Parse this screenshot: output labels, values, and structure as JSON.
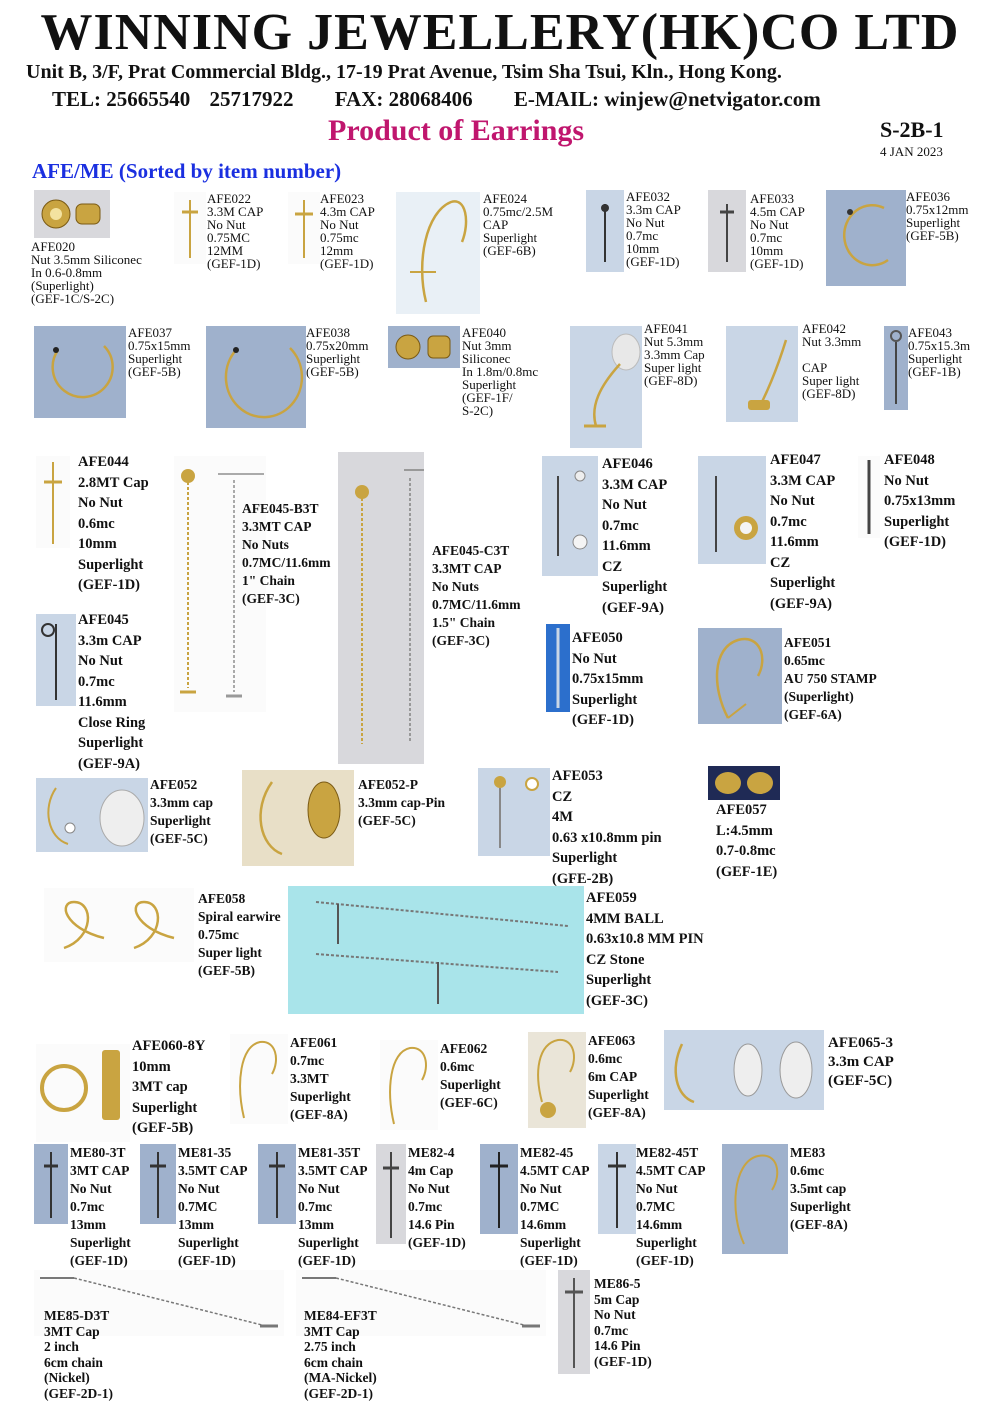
{
  "header": {
    "company": "WINNING  JEWELLERY(HK)CO LTD",
    "address": "Unit B, 3/F, Prat Commercial Bldg., 17-19 Prat Avenue, Tsim Sha Tsui, Kln., Hong Kong.",
    "tel_label": "TEL: 25665540",
    "tel2": "25717922",
    "fax": "FAX: 28068406",
    "email": "E-MAIL: winjew@netvigator.com"
  },
  "catalog": {
    "title": "Product of Earrings",
    "code": "S-2B-1",
    "date": "4 JAN 2023",
    "section": "AFE/ME  (Sorted by item number)"
  },
  "colors": {
    "title_red": "#c0166e",
    "section_blue": "#1a2fe0",
    "gold": "#c9a441",
    "photo_blue": "#9fb1cc"
  },
  "items": [
    {
      "lines": [
        "AFE020",
        "Nut 3.5mm Siliconec",
        "In 0.6-0.8mm",
        "(Superlight)",
        "(GEF-1C/S-2C)"
      ]
    },
    {
      "lines": [
        "AFE022",
        "3.3M CAP",
        "No Nut",
        "0.75MC",
        "12MM",
        "(GEF-1D)"
      ]
    },
    {
      "lines": [
        "AFE023",
        "4.3m CAP",
        "No Nut",
        "0.75mc",
        "12mm",
        "(GEF-1D)"
      ]
    },
    {
      "lines": [
        "AFE024",
        "0.75mc/2.5M",
        "CAP",
        "Superlight",
        "(GEF-6B)"
      ]
    },
    {
      "lines": [
        "AFE032",
        "3.3m CAP",
        "No Nut",
        "0.7mc",
        "10mm",
        "(GEF-1D)"
      ]
    },
    {
      "lines": [
        "AFE033",
        "4.5m CAP",
        "No Nut",
        "0.7mc",
        "10mm",
        "(GEF-1D)"
      ]
    },
    {
      "lines": [
        "AFE036",
        "0.75x12mm",
        "Superlight",
        "(GEF-5B)"
      ]
    },
    {
      "lines": [
        "AFE037",
        "0.75x15mm",
        "Superlight",
        "(GEF-5B)"
      ]
    },
    {
      "lines": [
        "AFE038",
        "0.75x20mm",
        "Superlight",
        "(GEF-5B)"
      ]
    },
    {
      "lines": [
        "AFE040",
        "Nut 3mm",
        "Siliconec",
        "In 1.8m/0.8mc",
        "Superlight",
        "(GEF-1F/",
        "S-2C)"
      ]
    },
    {
      "lines": [
        "AFE041",
        "Nut 5.3mm",
        "3.3mm Cap",
        "Super light",
        "(GEF-8D)"
      ]
    },
    {
      "lines": [
        "AFE042",
        "Nut 3.3mm",
        "",
        "CAP",
        "Super light",
        "(GEF-8D)"
      ]
    },
    {
      "lines": [
        "AFE043",
        "0.75x15.3m",
        "Superlight",
        "(GEF-1B)"
      ]
    },
    {
      "lines": [
        "AFE044",
        "2.8MT Cap",
        "No Nut",
        "0.6mc",
        "10mm",
        "Superlight",
        "(GEF-1D)"
      ]
    },
    {
      "lines": [
        "AFE045-B3T",
        "3.3MT CAP",
        "No Nuts",
        "0.7MC/11.6mm",
        "1\" Chain",
        "(GEF-3C)"
      ]
    },
    {
      "lines": [
        "AFE045-C3T",
        "3.3MT CAP",
        "No Nuts",
        "0.7MC/11.6mm",
        "1.5\" Chain",
        "(GEF-3C)"
      ]
    },
    {
      "lines": [
        "AFE046",
        "3.3M CAP",
        "No Nut",
        "0.7mc",
        "11.6mm",
        "CZ",
        "Superlight",
        "(GEF-9A)"
      ]
    },
    {
      "lines": [
        "AFE047",
        "3.3M CAP",
        "No Nut",
        "0.7mc",
        "11.6mm",
        "CZ",
        "Superlight",
        "(GEF-9A)"
      ]
    },
    {
      "lines": [
        "AFE048",
        "No Nut",
        "0.75x13mm",
        "Superlight",
        "(GEF-1D)"
      ]
    },
    {
      "lines": [
        "AFE045",
        "3.3m CAP",
        "No Nut",
        "0.7mc",
        "11.6mm",
        "Close Ring",
        "Superlight",
        "(GEF-9A)"
      ]
    },
    {
      "lines": [
        "AFE050",
        "No Nut",
        "0.75x15mm",
        "Superlight",
        "(GEF-1D)"
      ]
    },
    {
      "lines": [
        "AFE051",
        "0.65mc",
        "AU 750 STAMP",
        "(Superlight)",
        "(GEF-6A)"
      ]
    },
    {
      "lines": [
        "AFE052",
        "3.3mm cap",
        "Superlight",
        "(GEF-5C)"
      ]
    },
    {
      "lines": [
        "AFE052-P",
        "3.3mm cap-Pin",
        "(GEF-5C)"
      ]
    },
    {
      "lines": [
        "AFE053",
        "CZ",
        "4M",
        "0.63 x10.8mm pin",
        "Superlight",
        "(GFE-2B)"
      ]
    },
    {
      "lines": [
        "AFE057",
        "L:4.5mm",
        "0.7-0.8mc",
        "(GEF-1E)"
      ]
    },
    {
      "lines": [
        "AFE058",
        "Spiral earwire",
        "0.75mc",
        "Super light",
        "(GEF-5B)"
      ]
    },
    {
      "lines": [
        "AFE059",
        "4MM BALL",
        "0.63x10.8 MM PIN",
        "CZ Stone",
        "Superlight",
        "(GEF-3C)"
      ]
    },
    {
      "lines": [
        "AFE060-8Y",
        "10mm",
        "3MT cap",
        "Superlight",
        "(GEF-5B)"
      ]
    },
    {
      "lines": [
        "AFE061",
        "0.7mc",
        "3.3MT",
        "Superlight",
        "(GEF-8A)"
      ]
    },
    {
      "lines": [
        "AFE062",
        "0.6mc",
        "Superlight",
        "(GEF-6C)"
      ]
    },
    {
      "lines": [
        "AFE063",
        "0.6mc",
        "6m CAP",
        "Superlight",
        "(GEF-8A)"
      ]
    },
    {
      "lines": [
        "AFE065-3",
        "3.3m CAP",
        "(GEF-5C)"
      ]
    },
    {
      "lines": [
        "ME80-3T",
        "3MT CAP",
        "No Nut",
        "0.7mc",
        "13mm",
        "Superlight",
        "(GEF-1D)"
      ]
    },
    {
      "lines": [
        "ME81-35",
        "3.5MT CAP",
        "No Nut",
        "0.7MC",
        "13mm",
        "Superlight",
        "(GEF-1D)"
      ]
    },
    {
      "lines": [
        "ME81-35T",
        "3.5MT CAP",
        "No Nut",
        "0.7mc",
        "13mm",
        "Superlight",
        "(GEF-1D)"
      ]
    },
    {
      "lines": [
        "ME82-4",
        "4m Cap",
        "No Nut",
        "0.7mc",
        "14.6 Pin",
        "(GEF-1D)"
      ]
    },
    {
      "lines": [
        "ME82-45",
        "4.5MT CAP",
        "No Nut",
        "0.7MC",
        "14.6mm",
        "Superlight",
        "(GEF-1D)"
      ]
    },
    {
      "lines": [
        "ME82-45T",
        "4.5MT CAP",
        "No Nut",
        "0.7MC",
        "14.6mm",
        "Superlight",
        "(GEF-1D)"
      ]
    },
    {
      "lines": [
        "ME83",
        "0.6mc",
        "3.5mt cap",
        "Superlight",
        "(GEF-8A)"
      ]
    },
    {
      "lines": [
        "ME86-5",
        "5m Cap",
        "No Nut",
        "0.7mc",
        "14.6 Pin",
        "(GEF-1D)"
      ]
    },
    {
      "lines": [
        "ME85-D3T",
        "3MT Cap",
        "2 inch",
        "6cm chain",
        "(Nickel)",
        "(GEF-2D-1)"
      ]
    },
    {
      "lines": [
        "ME84-EF3T",
        "3MT Cap",
        "2.75 inch",
        "6cm chain",
        "(MA-Nickel)",
        "(GEF-2D-1)"
      ]
    }
  ]
}
